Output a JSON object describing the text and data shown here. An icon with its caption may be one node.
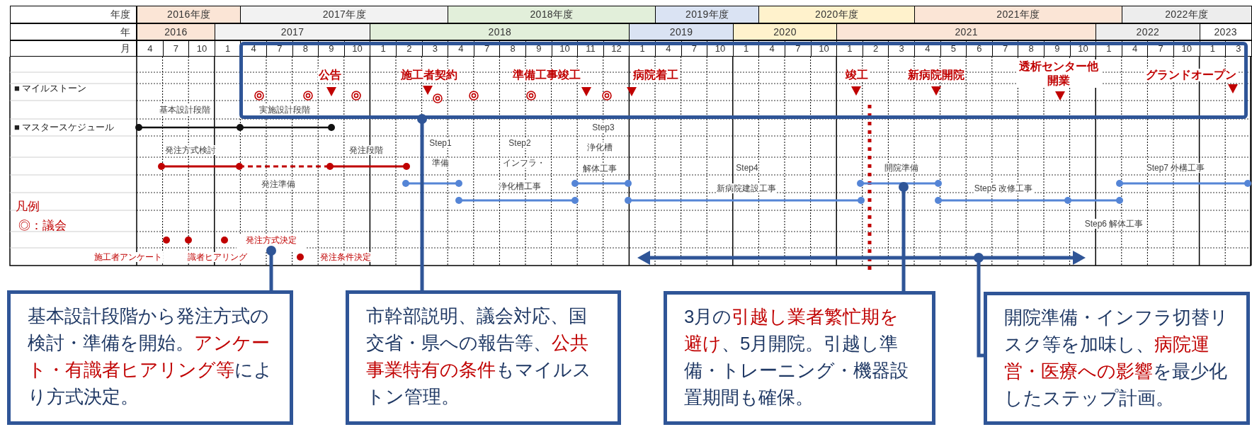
{
  "diagram": {
    "nodes": [
      {
        "text": [],
        "shape": "box"
      },
      {
        "text": [],
        "shape": "bar"
      },
      {
        "text": [
          "発注方式決定"
        ]
      },
      {
        "text": [
          "基本設計段階から発注方式の検討・準備を開始。**アンケート・有識者ヒアリング等**により方式決定。"
        ]
      },
      {
        "text": [
          "市幹部説明、議会対応、国交省・県への報告等、**公共事業特有の条件**もマイルストン管理。"
        ]
      },
      {
        "text": [
          "3月の**引越し業者繁忙期を避け**、5月開院。引越し準備・トレーニング・機器設置期間も確保。"
        ]
      },
      {
        "text": [
          "開院準備・インフラ切替リスク等を加味し、**病院運営・医療への影響**を最少化したステップ計画。"
        ]
      }
    ],
    "edges": [
      {
        "from": 3,
        "to": 2,
        "arrow": "other"
      },
      {
        "from": 4,
        "to": 0,
        "arrow": "other"
      },
      {
        "from": 5,
        "to": 1,
        "arrow": "other"
      },
      {
        "from": 6,
        "to": null,
        "arrow": "other"
      }
    ],
    "labels": [
      "年度",
      "2016年度",
      "2017年度",
      "2018年度",
      "2019年度",
      "2020年度",
      "2021年度",
      "2022年度",
      "年",
      "2016",
      "2017",
      "2018",
      "2019",
      "2020",
      "2021",
      "2022",
      "2023",
      "月",
      "4",
      "7",
      "10",
      "1",
      "4",
      "7",
      "8",
      "9",
      "10",
      "1",
      "2",
      "3",
      "4",
      "7",
      "8",
      "9",
      "10",
      "11",
      "12",
      "1",
      "4",
      "7",
      "10",
      "1",
      "4",
      "7",
      "10",
      "1",
      "2",
      "3",
      "4",
      "5",
      "6",
      "7",
      "8",
      "9",
      "10",
      "1",
      "4",
      "7",
      "10",
      "1",
      "3",
      "■ マイルストーン",
      "公告",
      "施工者契約",
      "準備工事竣工",
      "病院着工",
      "竣工",
      "新病院開院",
      "透析センター他開業",
      "グランドオープン",
      "基本設計段階",
      "実施設計段階",
      "■ マスタースケジュール",
      "Step3",
      "発注方式検討",
      "発注段階",
      "Step1",
      "Step2",
      "浄化槽",
      "準備",
      "インフラ・",
      "解体工事",
      "Step4",
      "開院準備",
      "Step7 外構工事",
      "発注準備",
      "浄化槽工事",
      "新病院建設工事",
      "Step5 改修工事",
      "凡例",
      "◎：議会",
      "Step6 解体工事",
      "施工者アンケート",
      "識者ヒアリング",
      "発注条件決定"
    ]
  }
}
